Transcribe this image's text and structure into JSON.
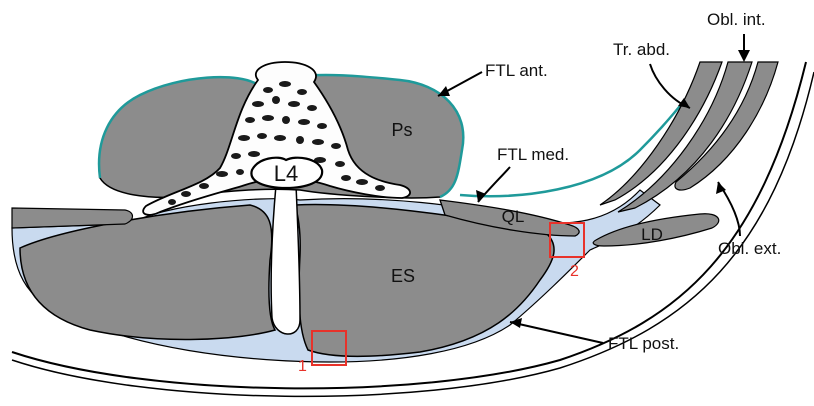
{
  "vertebra": {
    "label": "L4"
  },
  "muscles": {
    "psoas": "Ps",
    "erector_spinae": "ES",
    "quadratus_lumborum": "QL",
    "latissimus_dorsi": "LD"
  },
  "annotations": {
    "ftl_ant": "FTL ant.",
    "ftl_med": "FTL med.",
    "ftl_post": "FTL post.",
    "tr_abd": "Tr. abd.",
    "obl_int": "Obl. int.",
    "obl_ext": "Obl. ext."
  },
  "regions": [
    {
      "label": "1"
    },
    {
      "label": "2"
    }
  ],
  "colors": {
    "muscle_fill": "#8c8c8c",
    "fascia_fill": "#c9daef",
    "fascia_ant_line": "#1f9a9a",
    "outline": "#000000",
    "region_box": "#e8322a"
  }
}
